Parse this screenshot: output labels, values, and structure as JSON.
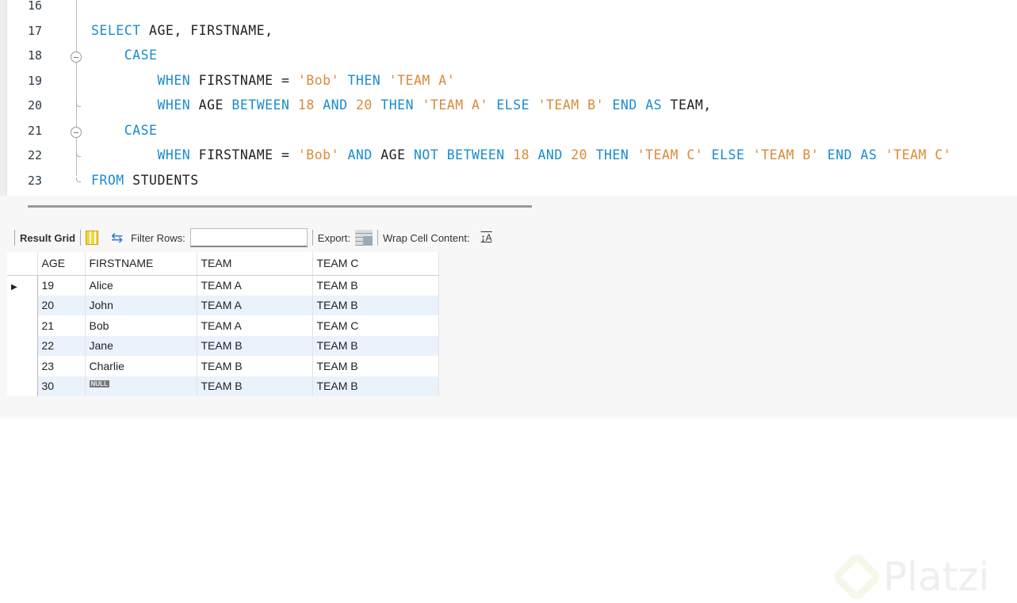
{
  "editor": {
    "line_numbers": [
      "16",
      "17",
      "18",
      "19",
      "20",
      "21",
      "22",
      "23"
    ],
    "lines": [
      [],
      [
        [
          "k",
          "SELECT"
        ],
        [
          "i",
          " AGE, FIRSTNAME,"
        ]
      ],
      [
        [
          "i",
          "    "
        ],
        [
          "k",
          "CASE"
        ]
      ],
      [
        [
          "i",
          "        "
        ],
        [
          "k",
          "WHEN"
        ],
        [
          "i",
          " FIRSTNAME = "
        ],
        [
          "s",
          "'Bob'"
        ],
        [
          "i",
          " "
        ],
        [
          "k",
          "THEN"
        ],
        [
          "i",
          " "
        ],
        [
          "s",
          "'TEAM A'"
        ]
      ],
      [
        [
          "i",
          "        "
        ],
        [
          "k",
          "WHEN"
        ],
        [
          "i",
          " AGE "
        ],
        [
          "k",
          "BETWEEN"
        ],
        [
          "i",
          " "
        ],
        [
          "s",
          "18"
        ],
        [
          "i",
          " "
        ],
        [
          "k",
          "AND"
        ],
        [
          "i",
          " "
        ],
        [
          "s",
          "20"
        ],
        [
          "i",
          " "
        ],
        [
          "k",
          "THEN"
        ],
        [
          "i",
          " "
        ],
        [
          "s",
          "'TEAM A'"
        ],
        [
          "i",
          " "
        ],
        [
          "k",
          "ELSE"
        ],
        [
          "i",
          " "
        ],
        [
          "s",
          "'TEAM B'"
        ],
        [
          "i",
          " "
        ],
        [
          "k",
          "END AS"
        ],
        [
          "i",
          " TEAM,"
        ]
      ],
      [
        [
          "i",
          "    "
        ],
        [
          "k",
          "CASE"
        ]
      ],
      [
        [
          "i",
          "        "
        ],
        [
          "k",
          "WHEN"
        ],
        [
          "i",
          " FIRSTNAME = "
        ],
        [
          "s",
          "'Bob'"
        ],
        [
          "i",
          " "
        ],
        [
          "k",
          "AND"
        ],
        [
          "i",
          " AGE "
        ],
        [
          "k",
          "NOT BETWEEN"
        ],
        [
          "i",
          " "
        ],
        [
          "s",
          "18"
        ],
        [
          "i",
          " "
        ],
        [
          "k",
          "AND"
        ],
        [
          "i",
          " "
        ],
        [
          "s",
          "20"
        ],
        [
          "i",
          " "
        ],
        [
          "k",
          "THEN"
        ],
        [
          "i",
          " "
        ],
        [
          "s",
          "'TEAM C'"
        ],
        [
          "i",
          " "
        ],
        [
          "k",
          "ELSE"
        ],
        [
          "i",
          " "
        ],
        [
          "s",
          "'TEAM B'"
        ],
        [
          "i",
          " "
        ],
        [
          "k",
          "END AS"
        ],
        [
          "i",
          " "
        ],
        [
          "s",
          "'TEAM C'"
        ]
      ],
      [
        [
          "k",
          "FROM"
        ],
        [
          "i",
          " STUDENTS"
        ]
      ]
    ]
  },
  "toolbar": {
    "result_grid": "Result Grid",
    "filter_rows": "Filter Rows:",
    "filter_value": "",
    "export": "Export:",
    "wrap": "Wrap Cell Content:"
  },
  "grid": {
    "columns": [
      "AGE",
      "FIRSTNAME",
      "TEAM",
      "TEAM C"
    ],
    "rows": [
      [
        "19",
        "Alice",
        "TEAM A",
        "TEAM B"
      ],
      [
        "20",
        "John",
        "TEAM A",
        "TEAM B"
      ],
      [
        "21",
        "Bob",
        "TEAM A",
        "TEAM C"
      ],
      [
        "22",
        "Jane",
        "TEAM B",
        "TEAM B"
      ],
      [
        "23",
        "Charlie",
        "TEAM B",
        "TEAM B"
      ],
      [
        "30",
        null,
        "TEAM B",
        "TEAM B"
      ]
    ],
    "null_label": "NULL"
  },
  "watermark": "Platzi"
}
